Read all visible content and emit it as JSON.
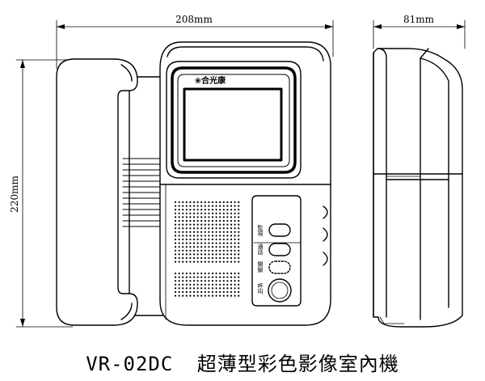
{
  "dimensions": {
    "width": "208mm",
    "depth": "81mm",
    "height": "220mm"
  },
  "monitor": {
    "logo_text": "❀合光康"
  },
  "buttons": [
    {
      "label": "監視"
    },
    {
      "label": "通話"
    },
    {
      "label": "開鎖"
    },
    {
      "label": "呼叫"
    }
  ],
  "caption": {
    "model": "VR-02DC",
    "description": "超薄型彩色影像室內機"
  }
}
